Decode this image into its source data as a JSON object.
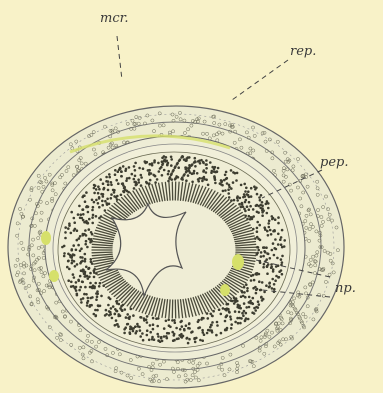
{
  "figure": {
    "labels": {
      "mcr": "mcr.",
      "rep": "rep.",
      "pep": "pep.",
      "np": "np."
    },
    "colors": {
      "background": "#f8f2c8",
      "outer_layer": "#ecebd0",
      "ink": "#555544",
      "nuclei_highlight": "#d6e06a",
      "lumen": "#f4f0d8"
    }
  }
}
